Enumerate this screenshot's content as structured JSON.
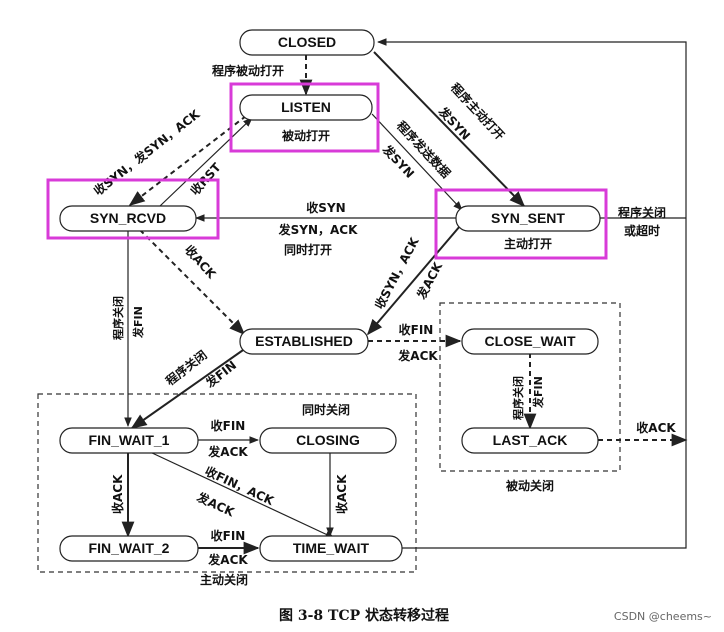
{
  "states": {
    "closed": "CLOSED",
    "listen": "LISTEN",
    "syn_rcvd": "SYN_RCVD",
    "syn_sent": "SYN_SENT",
    "established": "ESTABLISHED",
    "close_wait": "CLOSE_WAIT",
    "last_ack": "LAST_ACK",
    "fin_wait_1": "FIN_WAIT_1",
    "closing": "CLOSING",
    "fin_wait_2": "FIN_WAIT_2",
    "time_wait": "TIME_WAIT"
  },
  "labels": {
    "passive_open_prog": "程序被动打开",
    "passive_open": "被动打开",
    "active_open_prog": "程序主动打开",
    "send_syn": "发SYN",
    "active_open": "主动打开",
    "prog_send_data": "程序发送数据",
    "recv_syn_send_synack": "收SYN，发SYN，ACK",
    "recv_rst": "收RST",
    "recv_syn": "收SYN",
    "send_syn_ack": "发SYN，ACK",
    "simultaneous_open": "同时打开",
    "prog_close_timeout_1": "程序关闭",
    "prog_close_timeout_2": "或超时",
    "recv_synack_send_ack": "收SYN，ACK",
    "send_ack": "发ACK",
    "recv_ack": "收ACK",
    "prog_close": "程序关闭",
    "send_fin": "发FIN",
    "recv_fin": "收FIN",
    "simultaneous_close": "同时关闭",
    "recv_finack": "收FIN，ACK",
    "passive_close": "被动关闭",
    "active_close": "主动关闭"
  },
  "caption": "图 3-8    TCP 状态转移过程",
  "watermark": "CSDN @cheems~",
  "highlight_color": "#d83bd8",
  "line_color": "#222222"
}
